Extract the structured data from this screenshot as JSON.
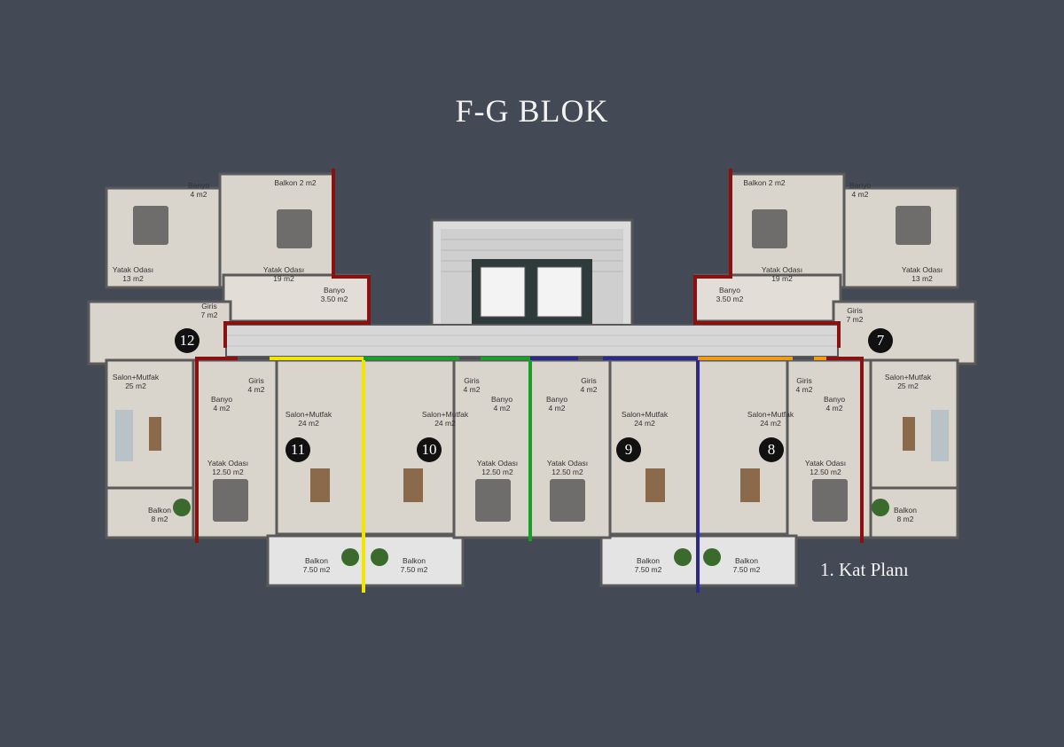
{
  "title": "F-G BLOK",
  "subtitle": "1. Kat Planı",
  "unit_numbers": [
    "12",
    "11",
    "10",
    "9",
    "8",
    "7"
  ],
  "rooms": [
    {
      "name": "Banyo",
      "area": "4 m2"
    },
    {
      "name": "Balkon 2 m2",
      "area": ""
    },
    {
      "name": "Yatak Odası",
      "area": "13 m2"
    },
    {
      "name": "Yatak Odası",
      "area": "19 m2"
    },
    {
      "name": "Banyo",
      "area": "3.50 m2"
    },
    {
      "name": "Giris",
      "area": "7 m2"
    },
    {
      "name": "Salon+Mutfak",
      "area": "25 m2"
    },
    {
      "name": "Giris",
      "area": "4 m2"
    },
    {
      "name": "Banyo",
      "area": "4 m2"
    },
    {
      "name": "Salon+Mutfak",
      "area": "24 m2"
    },
    {
      "name": "Yatak Odası",
      "area": "12.50 m2"
    },
    {
      "name": "Balkon",
      "area": "8 m2"
    },
    {
      "name": "Balkon",
      "area": "7.50 m2"
    },
    {
      "name": "Balkon",
      "area": "7.50 m2"
    },
    {
      "name": "Salon+Mutfak",
      "area": "24 m2"
    },
    {
      "name": "Giris",
      "area": "4 m2"
    },
    {
      "name": "Banyo",
      "area": "4 m2"
    },
    {
      "name": "Yatak Odası",
      "area": "12.50 m2"
    },
    {
      "name": "Yatak Odası",
      "area": "12.50 m2"
    },
    {
      "name": "Banyo",
      "area": "4 m2"
    },
    {
      "name": "Giris",
      "area": "4 m2"
    },
    {
      "name": "Salon+Mutfak",
      "area": "24 m2"
    },
    {
      "name": "Balkon",
      "area": "7.50 m2"
    },
    {
      "name": "Balkon",
      "area": "7.50 m2"
    },
    {
      "name": "Salon+Mutfak",
      "area": "24 m2"
    },
    {
      "name": "Giris",
      "area": "4 m2"
    },
    {
      "name": "Banyo",
      "area": "4 m2"
    },
    {
      "name": "Yatak Odası",
      "area": "12.50 m2"
    },
    {
      "name": "Balkon",
      "area": "8 m2"
    },
    {
      "name": "Salon+Mutfak",
      "area": "25 m2"
    },
    {
      "name": "Giris",
      "area": "7 m2"
    },
    {
      "name": "Banyo",
      "area": "3.50 m2"
    },
    {
      "name": "Balkon 2 m2",
      "area": ""
    },
    {
      "name": "Banyo",
      "area": "4 m2"
    },
    {
      "name": "Yatak Odası",
      "area": "19 m2"
    },
    {
      "name": "Yatak Odası",
      "area": "13 m2"
    }
  ],
  "colors": {
    "background": "#434955",
    "floor": "#d9d4cc",
    "corridor": "#d7d7d7",
    "wall": "#5a5a5a",
    "unit_boundary": "#8b1111",
    "line_yellow": "#f2e600",
    "line_green": "#1a9e2a",
    "line_indigo": "#2b2a8c",
    "line_orange": "#f29a12"
  }
}
